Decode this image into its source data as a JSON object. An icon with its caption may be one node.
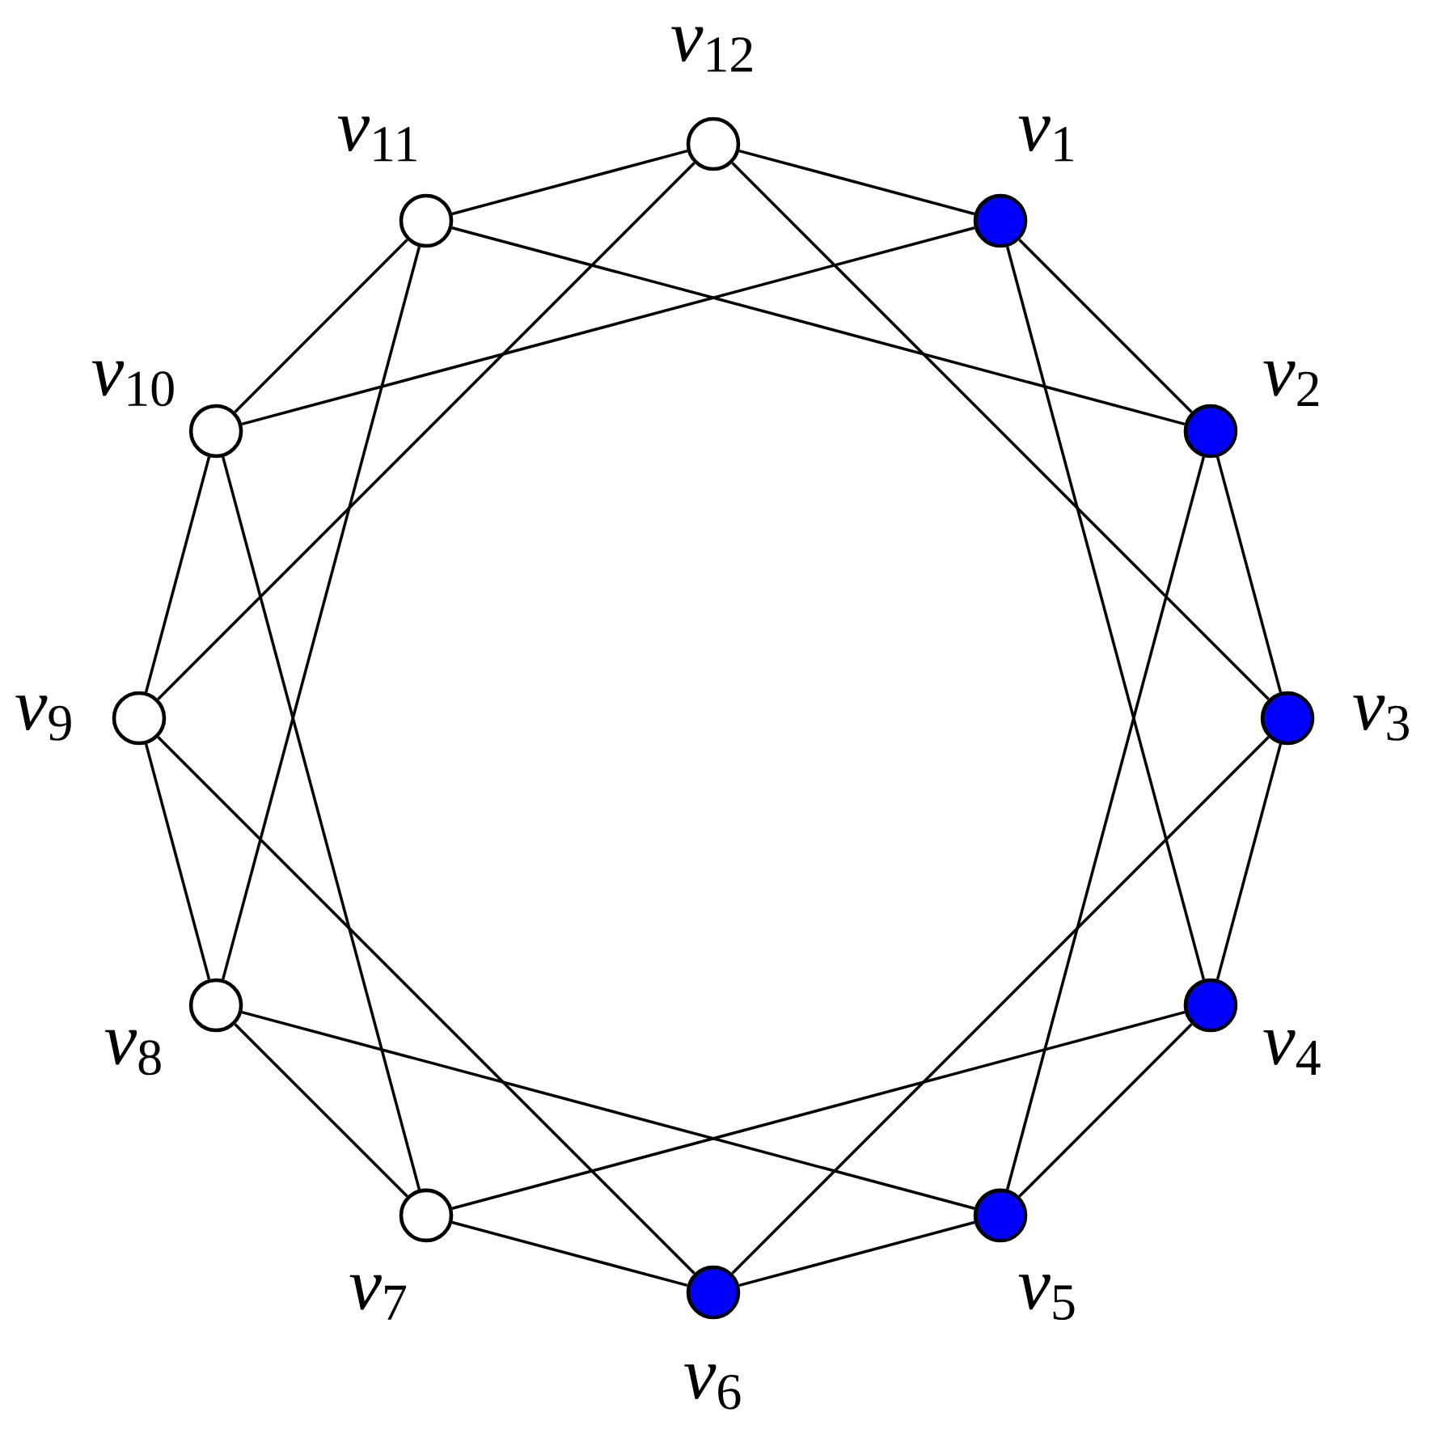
{
  "diagram": {
    "nodes": [
      {
        "text": [],
        "shape": "circle",
        "beside": [
          "*v*$_{1}$"
        ]
      },
      {
        "text": [],
        "shape": "circle",
        "beside": [
          "*v*$_{2}$"
        ]
      },
      {
        "text": [],
        "shape": "circle",
        "beside": [
          "*v*$_{3}$"
        ]
      },
      {
        "text": [],
        "shape": "circle",
        "beside": [
          "*v*$_{4}$"
        ]
      },
      {
        "text": [],
        "shape": "circle",
        "beside": [
          "*v*$_{5}$"
        ]
      },
      {
        "text": [],
        "shape": "circle",
        "beside": [
          "*v*$_{6}$"
        ]
      },
      {
        "text": [],
        "shape": "circle",
        "beside": [
          "*v*$_{7}$"
        ]
      },
      {
        "text": [],
        "shape": "circle",
        "beside": [
          "*v*$_{8}$"
        ]
      },
      {
        "text": [],
        "shape": "circle",
        "beside": [
          "*v*$_{9}$"
        ]
      },
      {
        "text": [],
        "shape": "circle",
        "beside": [
          "*v*$_{10}$"
        ]
      },
      {
        "text": [],
        "shape": "circle",
        "beside": [
          "*v*$_{11}$"
        ]
      },
      {
        "text": [],
        "shape": "circle",
        "beside": [
          "*v*$_{12}$"
        ]
      }
    ],
    "edges": [
      {
        "from": 0,
        "to": 1,
        "arrow": "none"
      },
      {
        "from": 1,
        "to": 2,
        "arrow": "none"
      },
      {
        "from": 2,
        "to": 3,
        "arrow": "none"
      },
      {
        "from": 3,
        "to": 4,
        "arrow": "none"
      },
      {
        "from": 4,
        "to": 5,
        "arrow": "none"
      },
      {
        "from": 5,
        "to": 6,
        "arrow": "none"
      },
      {
        "from": 6,
        "to": 7,
        "arrow": "none"
      },
      {
        "from": 7,
        "to": 8,
        "arrow": "none"
      },
      {
        "from": 8,
        "to": 9,
        "arrow": "none"
      },
      {
        "from": 9,
        "to": 10,
        "arrow": "none"
      },
      {
        "from": 10,
        "to": 11,
        "arrow": "none"
      },
      {
        "from": 11,
        "to": 0,
        "arrow": "none"
      },
      {
        "from": 0,
        "to": 3,
        "arrow": "none"
      },
      {
        "from": 1,
        "to": 4,
        "arrow": "none"
      },
      {
        "from": 2,
        "to": 5,
        "arrow": "none"
      },
      {
        "from": 3,
        "to": 6,
        "arrow": "none"
      },
      {
        "from": 4,
        "to": 7,
        "arrow": "none"
      },
      {
        "from": 5,
        "to": 8,
        "arrow": "none"
      },
      {
        "from": 6,
        "to": 9,
        "arrow": "none"
      },
      {
        "from": 7,
        "to": 10,
        "arrow": "none"
      },
      {
        "from": 8,
        "to": 11,
        "arrow": "none"
      },
      {
        "from": 9,
        "to": 0,
        "arrow": "none"
      },
      {
        "from": 10,
        "to": 1,
        "arrow": "none"
      },
      {
        "from": 11,
        "to": 2,
        "arrow": "none"
      }
    ]
  }
}
